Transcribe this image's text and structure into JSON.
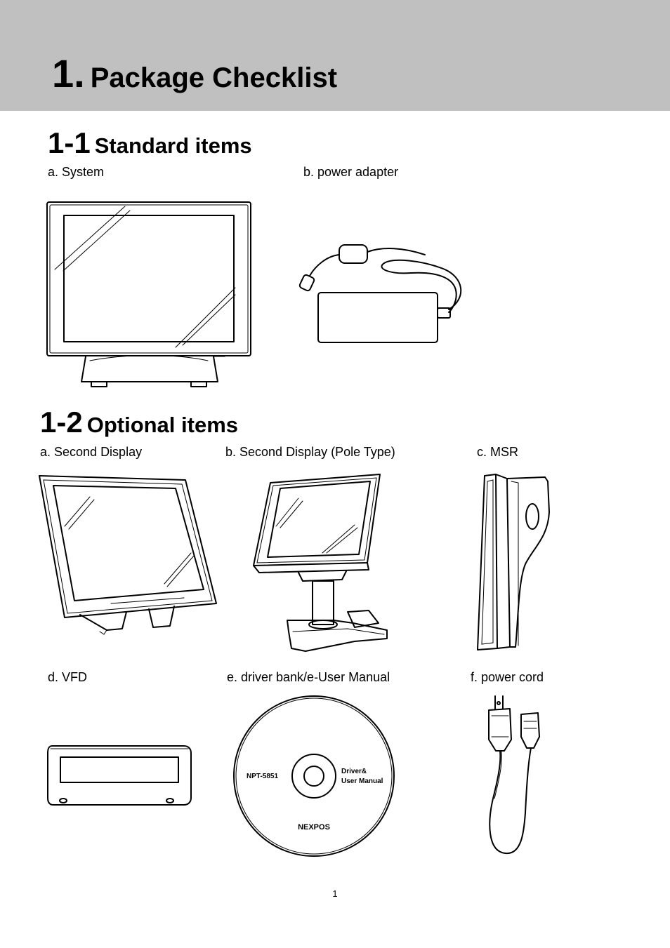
{
  "header": {
    "chapter_number": "1.",
    "chapter_title": "Package Checklist"
  },
  "standard": {
    "number": "1-1",
    "title": "Standard items",
    "items": [
      {
        "label": "a. System",
        "icon": "touch-monitor-icon"
      },
      {
        "label": "b. power adapter",
        "icon": "power-adapter-icon"
      }
    ]
  },
  "optional": {
    "number": "1-2",
    "title": "Optional items",
    "items": [
      {
        "label": "a. Second Display",
        "icon": "second-display-icon"
      },
      {
        "label": "b. Second Display  (Pole Type)",
        "icon": "pole-display-icon"
      },
      {
        "label": "c. MSR",
        "icon": "msr-reader-icon"
      },
      {
        "label": "d. VFD",
        "icon": "vfd-display-icon"
      },
      {
        "label": "e. driver bank/e-User Manual",
        "icon": "driver-cd-icon"
      },
      {
        "label": "f. power cord",
        "icon": "power-cord-icon"
      }
    ]
  },
  "disc": {
    "model": "NPT-5851",
    "line1": "Driver&",
    "line2": "User Manual",
    "brand": "NEXPOS"
  },
  "page_number": "1"
}
